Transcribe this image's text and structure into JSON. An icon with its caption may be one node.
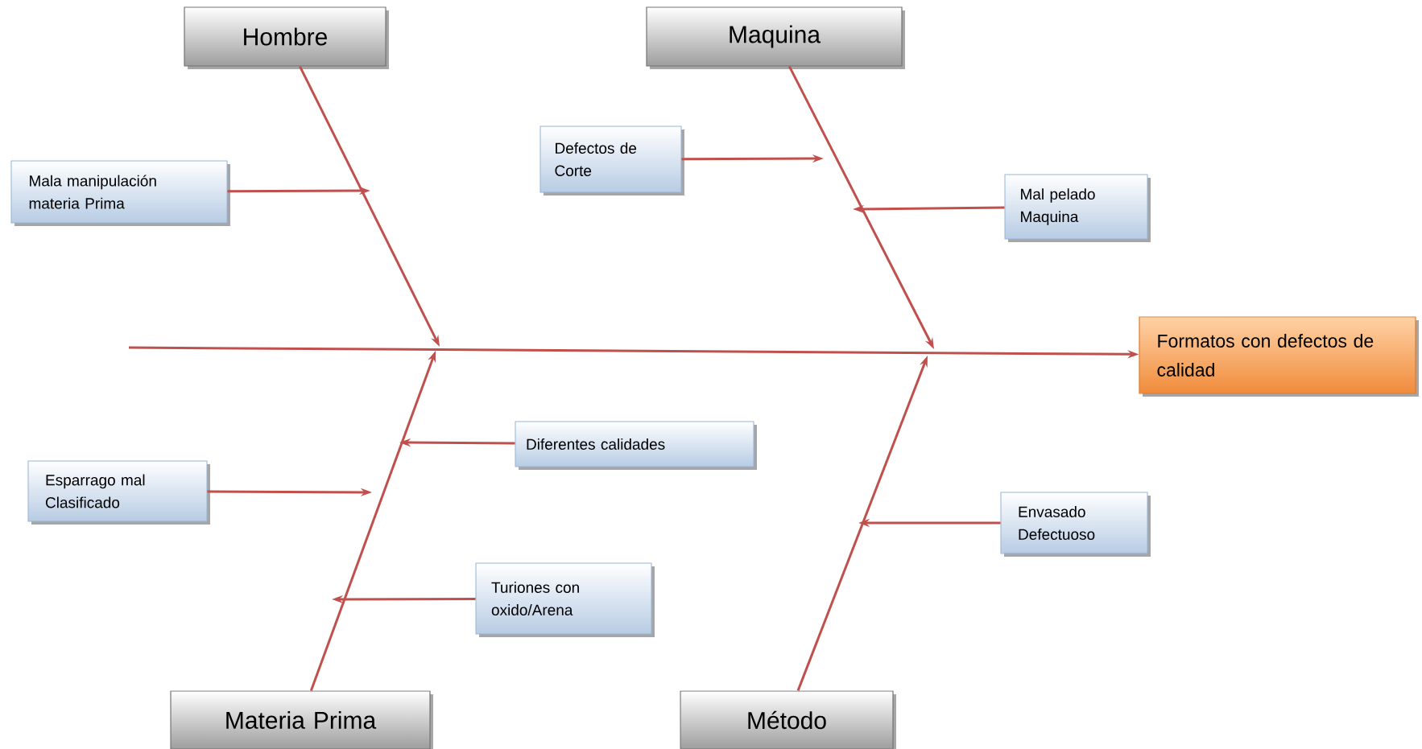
{
  "diagram": {
    "nodes": [
      {
        "text": [
          "Hombre"
        ]
      },
      {
        "text": [
          "Maquina"
        ]
      },
      {
        "text": [
          "Materia Prima"
        ]
      },
      {
        "text": [
          "Método"
        ]
      },
      {
        "text": [
          "Formatos con defectos de calidad"
        ]
      },
      {
        "text": [
          "Mala manipulación materia Prima"
        ]
      },
      {
        "text": [
          "Defectos de Corte"
        ]
      },
      {
        "text": [
          "Mal pelado Maquina"
        ]
      },
      {
        "text": [
          "Diferentes calidades"
        ]
      },
      {
        "text": [
          "Esparrago mal Clasificado"
        ]
      },
      {
        "text": [
          "Turiones con oxido/Arena"
        ]
      },
      {
        "text": [
          "Envasado Defectuoso"
        ]
      }
    ],
    "edges": [
      {
        "from": null,
        "to": 4,
        "arrow": "to"
      },
      {
        "from": 0,
        "to": null,
        "arrow": "to"
      },
      {
        "from": 1,
        "to": null,
        "arrow": "to"
      },
      {
        "from": 2,
        "to": null,
        "arrow": "to"
      },
      {
        "from": 3,
        "to": null,
        "arrow": "to"
      },
      {
        "from": 5,
        "to": null,
        "arrow": "to"
      },
      {
        "from": 6,
        "to": null,
        "arrow": "to"
      },
      {
        "from": 7,
        "to": null,
        "arrow": "to"
      },
      {
        "from": 8,
        "to": null,
        "arrow": "to"
      },
      {
        "from": 9,
        "to": null,
        "arrow": "to"
      },
      {
        "from": 10,
        "to": null,
        "arrow": "to"
      },
      {
        "from": 11,
        "to": null,
        "arrow": "to"
      }
    ]
  }
}
